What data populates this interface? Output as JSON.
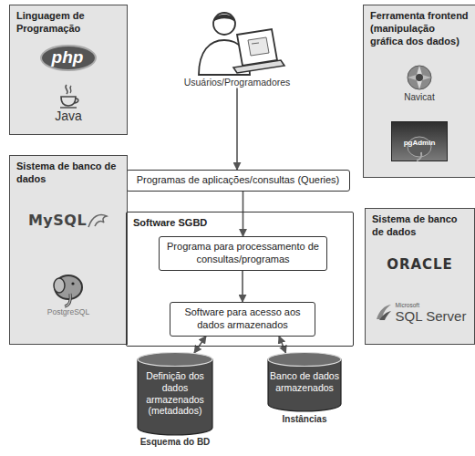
{
  "diagram": {
    "nodes": [
      {
        "text": [
          "Linguagem de Programação",
          "php",
          "Java"
        ]
      },
      {
        "text": [
          "Ferramenta frontend (manipulação gráfica dos dados)",
          "Navicat",
          "pgAdmin"
        ]
      },
      {
        "text": [
          "Usuários/Programadores"
        ]
      },
      {
        "text": [
          "Programas de aplicações/consultas (Queries)"
        ]
      },
      {
        "text": [
          "Sistema de banco de dados",
          "MySQL",
          "PostgreSQL"
        ]
      },
      {
        "text": [
          "Software SGBD"
        ]
      },
      {
        "text": [
          "Programa para processamento de consultas/programas"
        ],
        "in": 5
      },
      {
        "text": [
          "Software para acesso aos dados armazenados"
        ],
        "in": 5
      },
      {
        "text": [
          "Sistema de banco de dados",
          "ORACLE",
          "Microsoft",
          "SQL Server"
        ]
      },
      {
        "text": [
          "Definição dos dados armazenados (metadados)",
          "Esquema do BD"
        ]
      },
      {
        "text": [
          "Banco de dados armazenados",
          "Instâncias"
        ]
      }
    ],
    "edges": [
      {
        "from": 2,
        "to": 3,
        "arrow": "to"
      },
      {
        "from": 3,
        "to": 6,
        "arrow": "to"
      },
      {
        "from": 6,
        "to": 7,
        "arrow": "to"
      },
      {
        "from": 7,
        "to": 9,
        "arrow": "both"
      },
      {
        "from": 7,
        "to": 10,
        "arrow": "both"
      }
    ]
  }
}
